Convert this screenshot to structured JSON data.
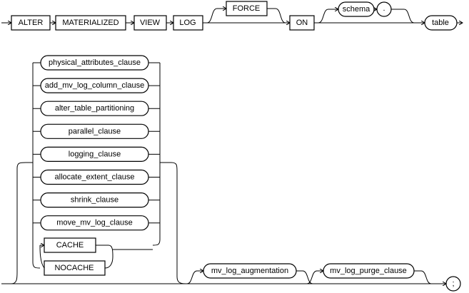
{
  "keywords": {
    "alter": "ALTER",
    "materialized": "MATERIALIZED",
    "view": "VIEW",
    "log": "LOG",
    "force": "FORCE",
    "on": "ON",
    "cache": "CACHE",
    "nocache": "NOCACHE"
  },
  "identifiers": {
    "schema": "schema",
    "dot": ".",
    "table": "table"
  },
  "clauses": [
    "physical_attributes_clause",
    "add_mv_log_column_clause",
    "alter_table_partitioning",
    "parallel_clause",
    "logging_clause",
    "allocate_extent_clause",
    "shrink_clause",
    "move_mv_log_clause"
  ],
  "tail": {
    "augmentation": "mv_log_augmentation",
    "purge": "mv_log_purge_clause",
    "terminator": ";"
  }
}
